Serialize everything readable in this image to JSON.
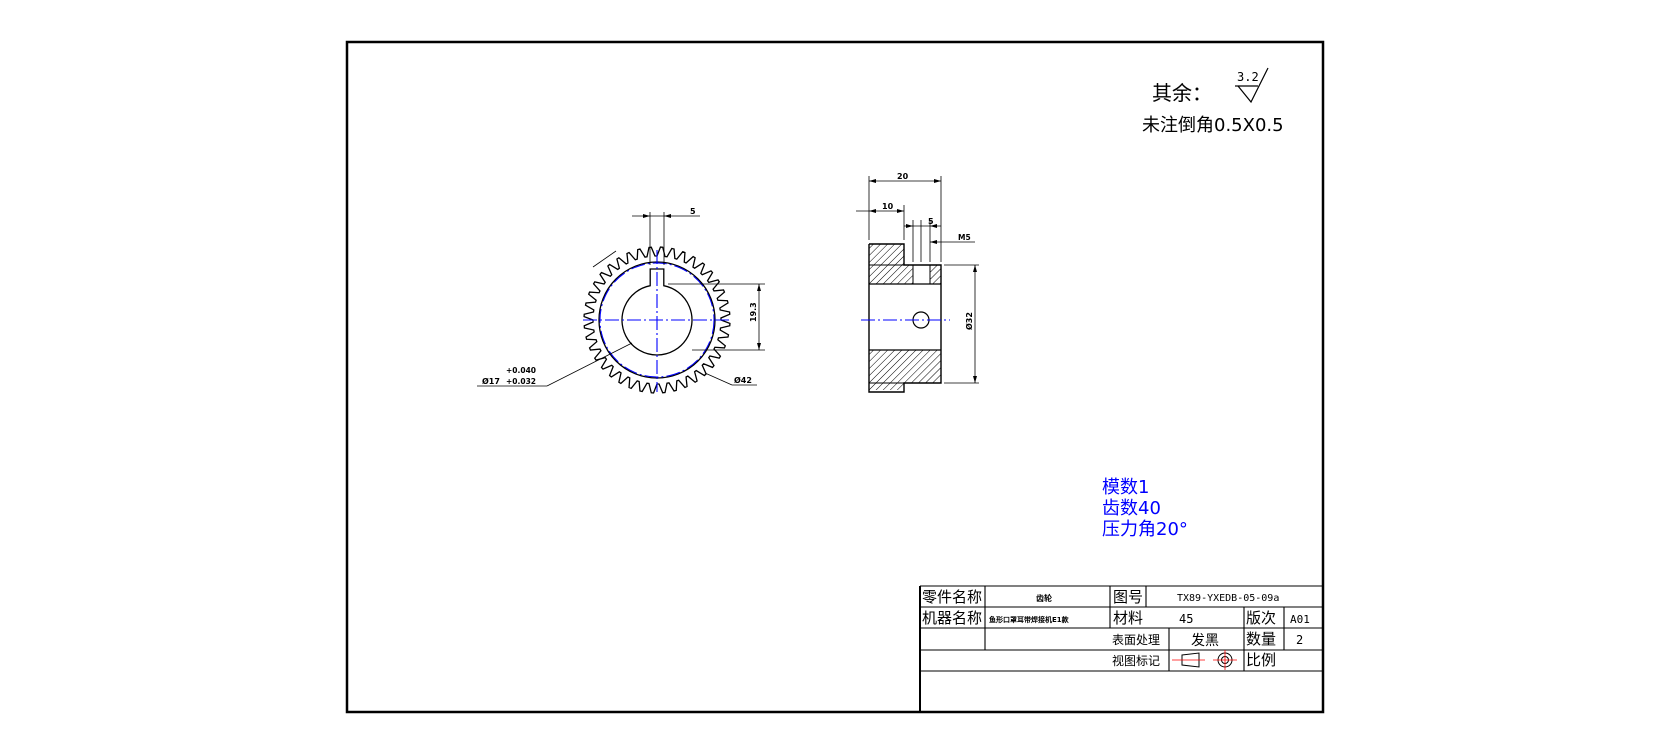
{
  "notes": {
    "other_label": "其余：",
    "roughness_value": "3.2",
    "chamfer_note": "未注倒角0.5X0.5"
  },
  "front_view": {
    "dim_keyway_width": "5",
    "dim_keyway_depth": "19.3",
    "dim_bore": "Ø17",
    "tol_upper": "+0.040",
    "tol_lower": "+0.032",
    "dim_outer": "Ø42",
    "tooth_count": 40
  },
  "side_view": {
    "dim_total_width": "20",
    "dim_hub": "10",
    "dim_hole_offset": "5",
    "dim_thread": "M5",
    "dim_hub_dia": "Ø32"
  },
  "gear_params": {
    "module": "模数1",
    "teeth": "齿数40",
    "pressure_angle": "压力角20°"
  },
  "title_block": {
    "part_name_label": "零件名称",
    "part_name_value": "齿轮",
    "drawing_no_label": "图号",
    "drawing_no_value": "TX89-YXEDB-05-09a",
    "machine_name_label": "机器名称",
    "machine_name_value": "鱼形口罩耳带焊接机E1款",
    "material_label": "材料",
    "material_value": "45",
    "revision_label": "版次",
    "revision_value": "A01",
    "surface_label": "表面处理",
    "surface_value": "发黑",
    "quantity_label": "数量",
    "quantity_value": "2",
    "view_label": "视图标记",
    "scale_label": "比例"
  },
  "colors": {
    "line": "#000000",
    "center_line": "#0000ff",
    "param_text": "#0000ff"
  }
}
